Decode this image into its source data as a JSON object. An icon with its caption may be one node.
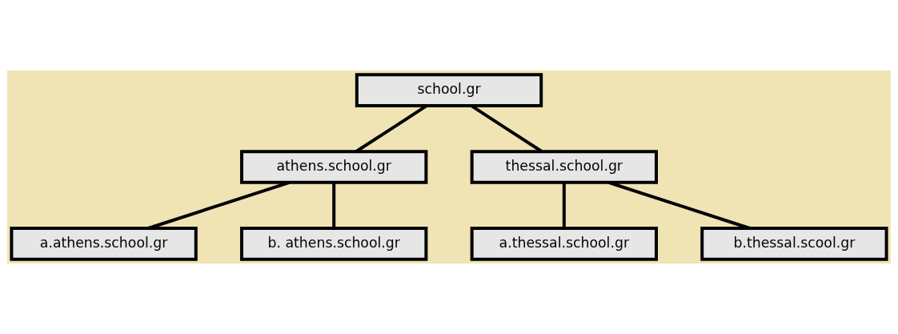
{
  "diagram": {
    "nodes": [
      {
        "text": [
          "school.gr"
        ]
      },
      {
        "text": [
          "athens.school.gr"
        ]
      },
      {
        "text": [
          "thessal.school.gr"
        ]
      },
      {
        "text": [
          "a.athens.school.gr"
        ]
      },
      {
        "text": [
          "b. athens.school.gr"
        ]
      },
      {
        "text": [
          "a.thessal.school.gr"
        ]
      },
      {
        "text": [
          "b.thessal.scool.gr"
        ]
      }
    ],
    "edges": [
      {
        "from": 0,
        "to": 1,
        "arrow": "none"
      },
      {
        "from": 0,
        "to": 2,
        "arrow": "none"
      },
      {
        "from": 1,
        "to": 3,
        "arrow": "none"
      },
      {
        "from": 1,
        "to": 4,
        "arrow": "none"
      },
      {
        "from": 2,
        "to": 5,
        "arrow": "none"
      },
      {
        "from": 2,
        "to": 6,
        "arrow": "none"
      }
    ]
  }
}
